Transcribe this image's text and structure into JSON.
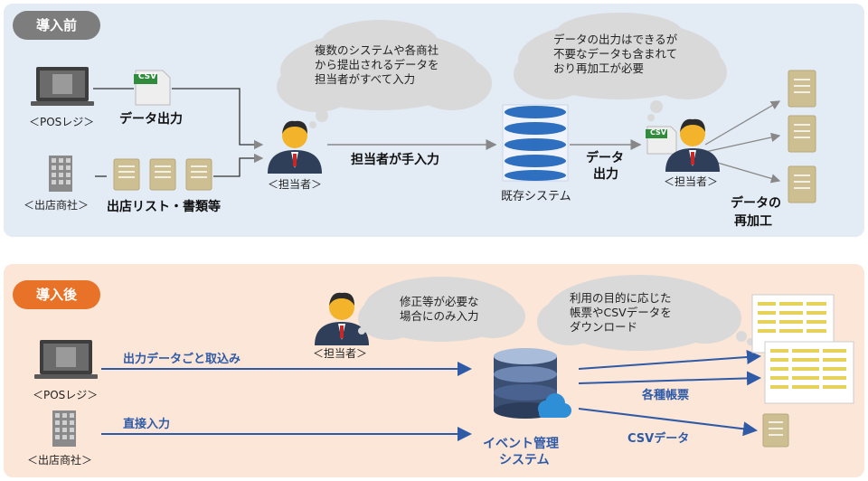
{
  "before": {
    "pill": "導入前",
    "pos_label": "＜POSレジ＞",
    "store_label": "＜出店商社＞",
    "csv_icon_text": "CSV",
    "data_output": "データ出力",
    "store_docs": "出店リスト・書類等",
    "staff_label": "＜担当者＞",
    "manual_input": "担当者が手入力",
    "system_label": "既存システム",
    "data_out_line1": "データ",
    "data_out_line2": "出力",
    "staff2_label": "＜担当者＞",
    "rework_line1": "データの",
    "rework_line2": "再加工",
    "cloud1": [
      "複数のシステムや各商社",
      "から提出されるデータを",
      "担当者がすべて入力"
    ],
    "cloud2": [
      "データの出力はできるが",
      "不要なデータも含まれて",
      "おり再加工が必要"
    ]
  },
  "after": {
    "pill": "導入後",
    "pos_label": "＜POSレジ＞",
    "store_label": "＜出店商社＞",
    "import_label": "出力データごと取込み",
    "direct_label": "直接入力",
    "staff_label": "＜担当者＞",
    "cloud1": [
      "修正等が必要な",
      "場合にのみ入力"
    ],
    "cloud2": [
      "利用の目的に応じた",
      "帳票やCSVデータを",
      "ダウンロード"
    ],
    "system_line1": "イベント管理",
    "system_line2": "システム",
    "forms_label": "各種帳票",
    "csv_label": "CSVデータ"
  },
  "colors": {
    "before_bg": "#e3ebf5",
    "after_bg": "#fbe6d8",
    "before_pill": "#7d7d7d",
    "after_pill": "#e87328",
    "accent_blue": "#2e5aa6",
    "db_blue": "#2f6fc0",
    "cloud": "#d9d9d9"
  }
}
